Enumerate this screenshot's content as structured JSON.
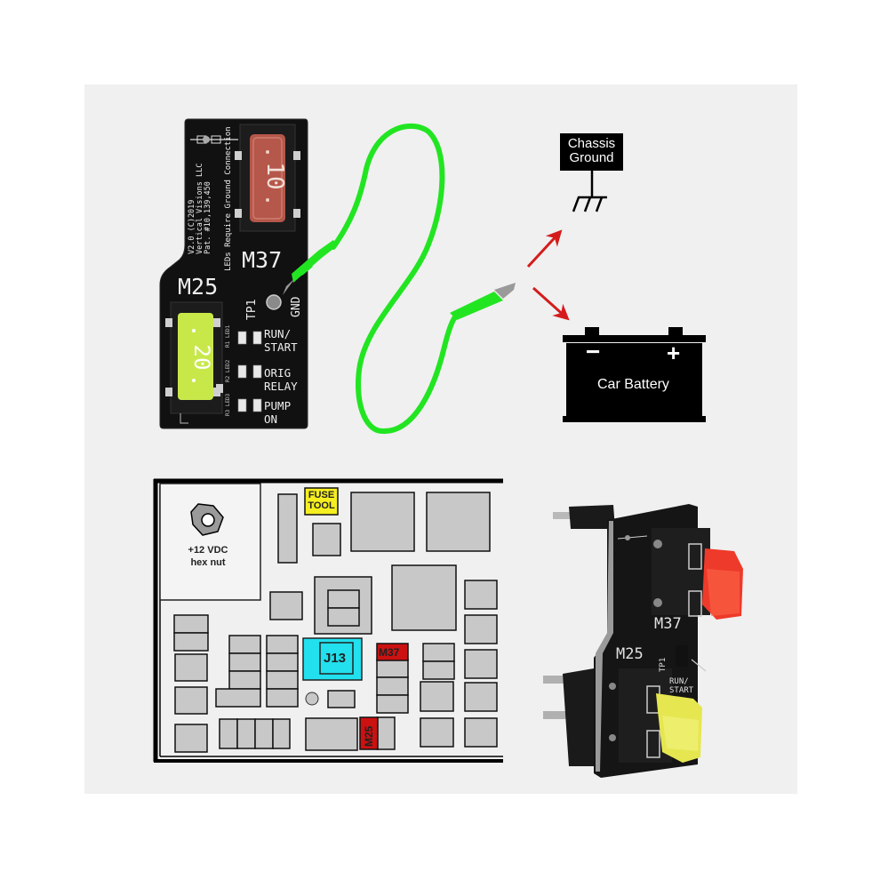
{
  "top_pcb": {
    "fuse_m37": {
      "label": "M37",
      "rating": "10",
      "color": "#b5574a"
    },
    "fuse_m25": {
      "label": "M25",
      "rating": "20",
      "color": "#c8e84a"
    },
    "silkscreen": {
      "version": "V2.0   (C)2019",
      "company": "Vertical Visions LLC",
      "patent": "Pat. #10,139,450",
      "ground_note": "LEDs Require Ground Connection"
    },
    "test_point": {
      "label": "TP1",
      "gnd": "GND"
    },
    "leds": [
      {
        "ref": "R1 LED1",
        "label_line1": "RUN/",
        "label_line2": "START"
      },
      {
        "ref": "R2 LED2",
        "label_line1": "ORIG",
        "label_line2": "RELAY"
      },
      {
        "ref": "R3 LED3",
        "label_line1": "PUMP",
        "label_line2": "ON"
      }
    ],
    "board_color": "#111111"
  },
  "wire": {
    "color": "#22e522",
    "description": "green alligator clip lead"
  },
  "ground": {
    "box_line1": "Chassis",
    "box_line2": "Ground"
  },
  "battery": {
    "label": "Car Battery",
    "neg": "−",
    "pos": "+"
  },
  "arrows": {
    "color": "#d41c1c"
  },
  "fuse_box_diagram": {
    "hex_nut_line1": "+12 VDC",
    "hex_nut_line2": "hex nut",
    "fuse_tool_line1": "FUSE",
    "fuse_tool_line2": "TOOL",
    "fuse_tool_color": "#f5ee20",
    "j13_label": "J13",
    "j13_color": "#22e0ee",
    "m37_label": "M37",
    "m25_label": "M25",
    "marker_color": "#cc1111",
    "slot_color": "#c8c8c8"
  },
  "product_photo": {
    "label_m37": "M37",
    "label_m25": "M25",
    "label_tp1": "TP1",
    "label_run": "RUN/",
    "label_start": "START",
    "fuse_red": "#ee3a2a",
    "fuse_yellow": "#e6e650"
  }
}
